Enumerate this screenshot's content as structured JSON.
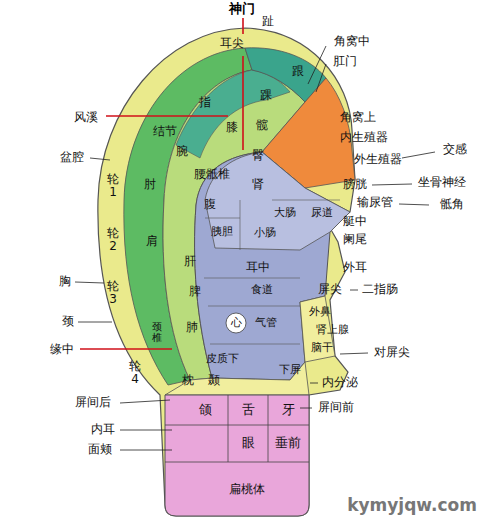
{
  "diagram": {
    "labels": [
      "神门",
      "耳尖",
      "趾",
      "跟",
      "踝",
      "角窝中",
      "肛门",
      "风溪",
      "指",
      "膝",
      "结节",
      "腕",
      "髋",
      "臀",
      "角窝上",
      "内生殖器",
      "交感",
      "外生殖器",
      "盆腔",
      "轮1",
      "肘",
      "腰骶椎",
      "膀胱",
      "坐骨神经",
      "输尿管",
      "骶角",
      "肾",
      "腹",
      "大肠",
      "尿道",
      "艇中",
      "胰胆",
      "小肠",
      "阑尾",
      "轮2",
      "肩",
      "肝",
      "耳中",
      "外耳",
      "食道",
      "屏尖",
      "二指肠",
      "胸",
      "脾",
      "轮3",
      "外鼻",
      "肾上腺",
      "颈",
      "肺",
      "心",
      "气管",
      "颈椎",
      "脑干",
      "对屏尖",
      "缘中",
      "皮质下",
      "轮4",
      "下屏",
      "枕",
      "颞",
      "内分泌",
      "屏间后",
      "颌",
      "舌",
      "牙",
      "屏间前",
      "内耳",
      "眼",
      "垂前",
      "面颊",
      "扁桃体",
      "kymyjqw.com"
    ]
  }
}
